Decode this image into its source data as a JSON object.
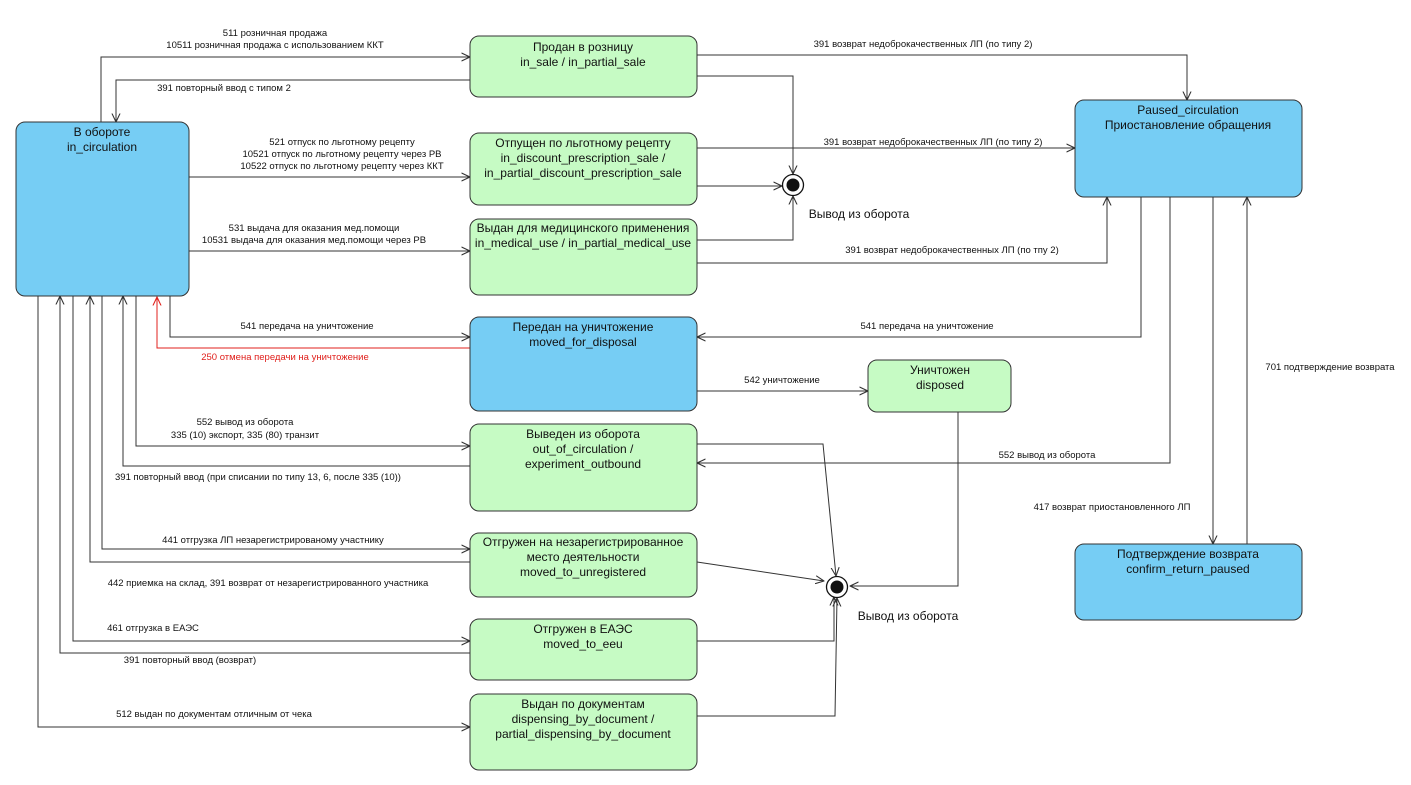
{
  "colors": {
    "active_state": "#76cdf4",
    "final_state": "#c6fbc4",
    "cancel_edge": "#e0201c"
  },
  "states": {
    "in_circulation": [
      "В обороте",
      "in_circulation"
    ],
    "in_sale": [
      "Продан в розницу",
      "in_sale / in_partial_sale"
    ],
    "discount": [
      "Отпущен по льготному рецепту",
      "in_discount_prescription_sale /",
      "in_partial_discount_prescription_sale"
    ],
    "medical": [
      "Выдан для медицинского применения",
      "in_medical_use / in_partial_medical_use"
    ],
    "disposal": [
      "Передан на уничтожение",
      "moved_for_disposal"
    ],
    "disposed": [
      "Уничтожен",
      "disposed"
    ],
    "out_of_circulation": [
      "Выведен из оборота",
      "out_of_circulation /",
      "experiment_outbound"
    ],
    "unregistered": [
      "Отгружен на незарегистрированное",
      "место деятельности",
      "moved_to_unregistered"
    ],
    "eeu": [
      "Отгружен в ЕАЭС",
      "moved_to_eeu"
    ],
    "by_document": [
      "Выдан по документам",
      "dispensing_by_document /",
      "partial_dispensing_by_document"
    ],
    "paused": [
      "Paused_circulation",
      "Приостановление обращения"
    ],
    "confirm_return": [
      "Подтверждение возврата",
      "confirm_return_paused"
    ]
  },
  "terminals": {
    "top": "Вывод из оборота",
    "bottom": "Вывод из оборота"
  },
  "edges": {
    "to_sale": [
      "511 розничная продажа",
      "10511 розничная продажа с использованием ККТ"
    ],
    "sale_back": "391 повторный ввод с типом 2",
    "to_discount": [
      "521 отпуск по льготному рецепту",
      "10521 отпуск по льготному рецепту через РВ",
      "10522 отпуск по льготному рецепту через ККТ"
    ],
    "to_medical": [
      "531 выдача для оказания мед.помощи",
      "10531 выдача для оказания мед.помощи через РВ"
    ],
    "to_disposal": "541 передача на уничтожение",
    "cancel_disposal": "250 отмена передачи на уничтожение",
    "to_out": [
      "552 вывод из оборота",
      "335 (10)  экспорт, 335 (80) транзит"
    ],
    "out_back": "391 повторный ввод (при списании по типу 13, 6, после 335 (10))",
    "to_unregistered": "441 отгрузка ЛП незарегистрированому участнику",
    "unregistered_back": "442 приемка на склад, 391 возврат от незарегистрированного участника",
    "to_eeu": "461 отгрузка в ЕАЭС",
    "eeu_back": "391 повторный ввод (возврат)",
    "to_document": "512 выдан по документам отличным от чека",
    "sale_to_paused": "391 возврат недоброкачественных ЛП (по типу 2)",
    "discount_to_paused": "391 возврат недоброкачественных ЛП (по типу 2)",
    "medical_to_paused": "391 возврат недоброкачественных ЛП (по тпу 2)",
    "paused_to_disposal": "541 передача на уничтожение",
    "disposal_to_disposed": "542 уничтожение",
    "paused_to_out": "552 вывод из оборота",
    "paused_to_confirm": "417 возврат приостановленного ЛП",
    "confirm_to_paused": "701 подтверждение возврата"
  }
}
